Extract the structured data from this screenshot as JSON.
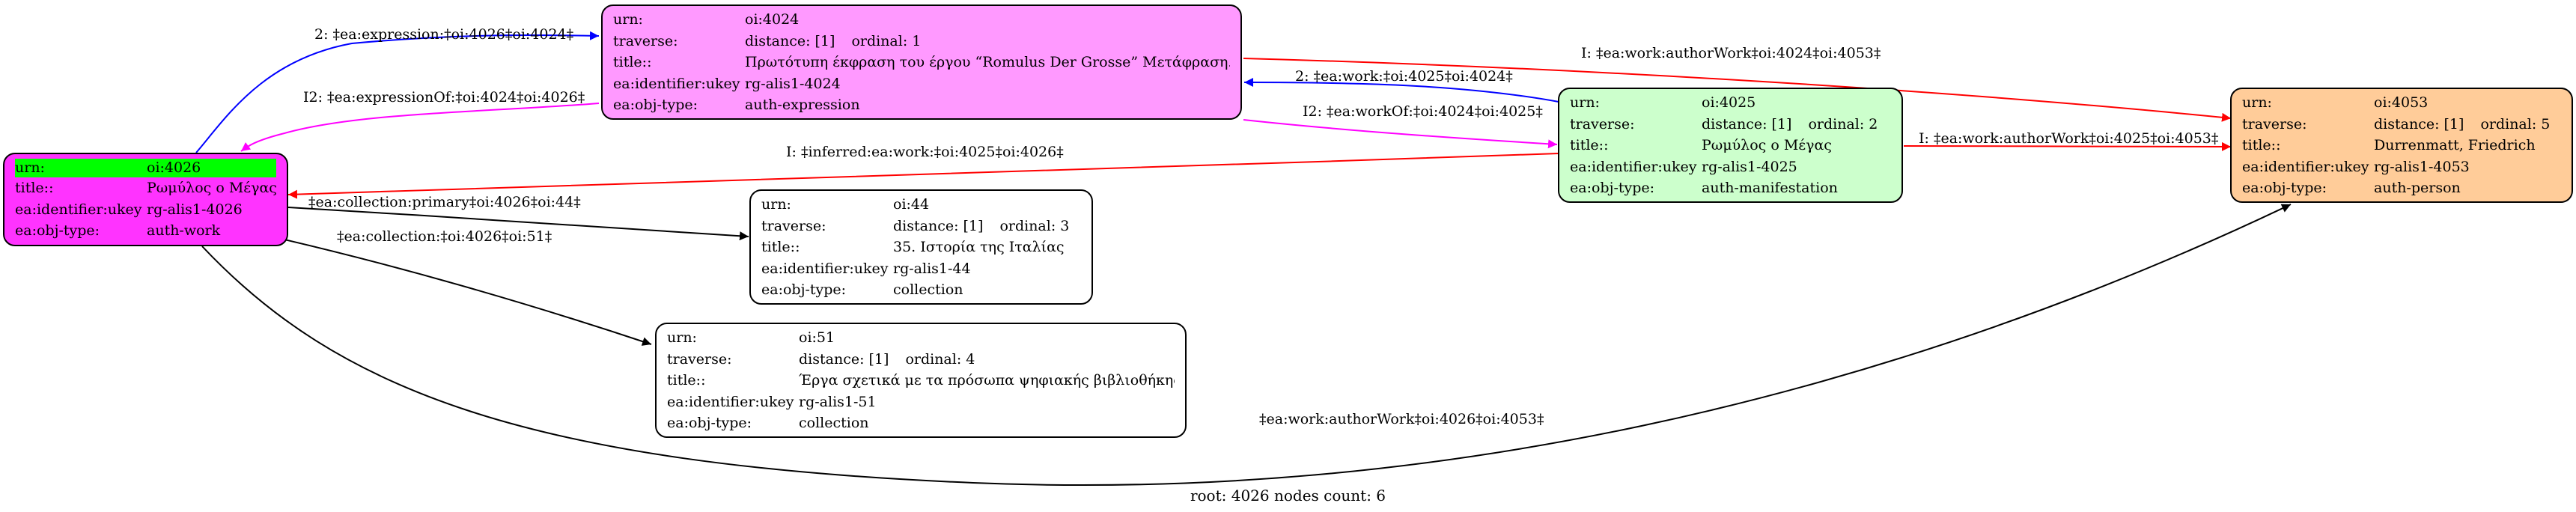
{
  "nodes": {
    "oi4024": {
      "urn_key": "urn:",
      "urn": "oi:4024",
      "traverse_key": "traverse:",
      "distance": "distance: [1]",
      "ordinal": "ordinal: 1",
      "title_key": "title::",
      "title": "Πρωτότυπη έκφραση του έργου “Romulus Der Grosse” Μετάφραση...",
      "ukey_key": "ea:identifier:ukey",
      "ukey": "rg-alis1-4024",
      "type_key": "ea:obj-type:",
      "type": "auth-expression",
      "fill": "#ff99ff"
    },
    "oi4026": {
      "urn_key": "urn:",
      "urn": "oi:4026",
      "title_key": "title::",
      "title": "Ρωμύλος ο Μέγας",
      "ukey_key": "ea:identifier:ukey",
      "ukey": "rg-alis1-4026",
      "type_key": "ea:obj-type:",
      "type": "auth-work",
      "fill": "#ff33ff",
      "highlight": "#00ff00"
    },
    "oi4025": {
      "urn_key": "urn:",
      "urn": "oi:4025",
      "traverse_key": "traverse:",
      "distance": "distance: [1]",
      "ordinal": "ordinal: 2",
      "title_key": "title::",
      "title": "Ρωμύλος ο Μέγας",
      "ukey_key": "ea:identifier:ukey",
      "ukey": "rg-alis1-4025",
      "type_key": "ea:obj-type:",
      "type": "auth-manifestation",
      "fill": "#ccffcc"
    },
    "oi4053": {
      "urn_key": "urn:",
      "urn": "oi:4053",
      "traverse_key": "traverse:",
      "distance": "distance: [1]",
      "ordinal": "ordinal: 5",
      "title_key": "title::",
      "title": "Durrenmatt, Friedrich",
      "ukey_key": "ea:identifier:ukey",
      "ukey": "rg-alis1-4053",
      "type_key": "ea:obj-type:",
      "type": "auth-person",
      "fill": "#ffcc99"
    },
    "oi44": {
      "urn_key": "urn:",
      "urn": "oi:44",
      "traverse_key": "traverse:",
      "distance": "distance: [1]",
      "ordinal": "ordinal: 3",
      "title_key": "title::",
      "title": "35. Ιστορία της Ιταλίας",
      "ukey_key": "ea:identifier:ukey",
      "ukey": "rg-alis1-44",
      "type_key": "ea:obj-type:",
      "type": "collection",
      "fill": "#ffffff"
    },
    "oi51": {
      "urn_key": "urn:",
      "urn": "oi:51",
      "traverse_key": "traverse:",
      "distance": "distance: [1]",
      "ordinal": "ordinal: 4",
      "title_key": "title::",
      "title": "Έργα σχετικά με τα πρόσωπα ψηφιακής βιβλιοθήκης",
      "ukey_key": "ea:identifier:ukey",
      "ukey": "rg-alis1-51",
      "type_key": "ea:obj-type:",
      "type": "collection",
      "fill": "#ffffff"
    }
  },
  "edges": {
    "e1": {
      "label": "2: ‡ea:expression:‡oi:4026‡oi:4024‡",
      "color": "#0000ff"
    },
    "e2": {
      "label": "I2: ‡ea:expressionOf:‡oi:4024‡oi:4026‡",
      "color": "#ff00ff"
    },
    "e3": {
      "label": "I: ‡ea:work:authorWork‡oi:4024‡oi:4053‡",
      "color": "#ff0000"
    },
    "e4": {
      "label": "2: ‡ea:work:‡oi:4025‡oi:4024‡",
      "color": "#0000ff"
    },
    "e5": {
      "label": "I2: ‡ea:workOf:‡oi:4024‡oi:4025‡",
      "color": "#ff00ff"
    },
    "e6": {
      "label": "I: ‡inferred:ea:work:‡oi:4025‡oi:4026‡",
      "color": "#ff0000"
    },
    "e7": {
      "label": "I: ‡ea:work:authorWork‡oi:4025‡oi:4053‡",
      "color": "#ff0000"
    },
    "e8": {
      "label": "‡ea:collection:primary‡oi:4026‡oi:44‡",
      "color": "#000000"
    },
    "e9": {
      "label": "‡ea:collection:‡oi:4026‡oi:51‡",
      "color": "#000000"
    },
    "e10": {
      "label": "‡ea:work:authorWork‡oi:4026‡oi:4053‡",
      "color": "#000000"
    }
  },
  "footer": "root: 4026 nodes count: 6"
}
